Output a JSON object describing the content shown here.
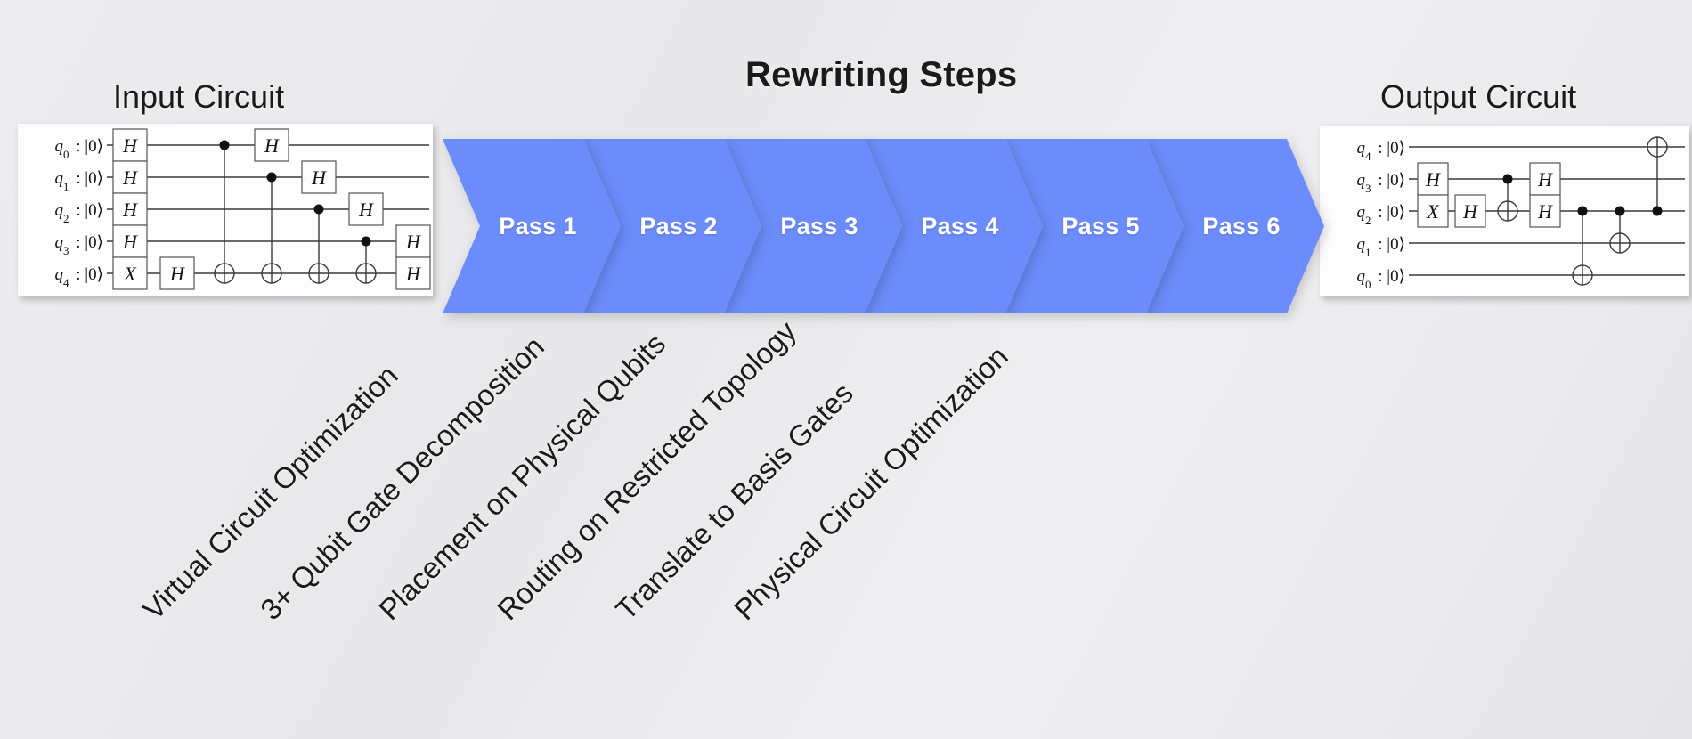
{
  "titles": {
    "input": "Input Circuit",
    "main": "Rewriting Steps",
    "output": "Output Circuit"
  },
  "colors": {
    "background": "#e9e9eb",
    "arrow": "#6b8cfa",
    "arrow_shadow": "#d9d9dc",
    "text": "#1a1a1a",
    "arrow_label": "#ffffff",
    "circuit_card": "#fdfdfd",
    "wire": "#3a3a3a"
  },
  "pipeline": {
    "steps": [
      {
        "pass_label": "Pass 1",
        "description": "Virtual Circuit Optimization"
      },
      {
        "pass_label": "Pass 2",
        "description": "3+ Qubit Gate Decomposition"
      },
      {
        "pass_label": "Pass 3",
        "description": "Placement on Physical Qubits"
      },
      {
        "pass_label": "Pass 4",
        "description": "Routing on Restricted Topology"
      },
      {
        "pass_label": "Pass 5",
        "description": "Translate to Basis  Gates"
      },
      {
        "pass_label": "Pass 6",
        "description": "Physical Circuit Optimization"
      }
    ]
  },
  "input_circuit": {
    "qubit_labels": [
      "q_0 : |0⟩",
      "q_1 : |0⟩",
      "q_2 : |0⟩",
      "q_3 : |0⟩",
      "q_4 : |0⟩"
    ],
    "qubit_names": [
      "q0",
      "q1",
      "q2",
      "q3",
      "q4"
    ],
    "ket": "|0⟩",
    "gates": [
      {
        "type": "H",
        "wire": 0,
        "column": 0
      },
      {
        "type": "H",
        "wire": 1,
        "column": 0
      },
      {
        "type": "H",
        "wire": 2,
        "column": 0
      },
      {
        "type": "H",
        "wire": 3,
        "column": 0
      },
      {
        "type": "X",
        "wire": 4,
        "column": 0
      },
      {
        "type": "H",
        "wire": 4,
        "column": 1
      },
      {
        "type": "CNOT",
        "control": 0,
        "target": 4,
        "column": 2
      },
      {
        "type": "CNOT",
        "control": 1,
        "target": 4,
        "column": 3
      },
      {
        "type": "CNOT",
        "control": 2,
        "target": 4,
        "column": 4
      },
      {
        "type": "CNOT",
        "control": 3,
        "target": 4,
        "column": 5
      },
      {
        "type": "H",
        "wire": 0,
        "column": 3
      },
      {
        "type": "H",
        "wire": 1,
        "column": 4
      },
      {
        "type": "H",
        "wire": 2,
        "column": 5
      },
      {
        "type": "H",
        "wire": 3,
        "column": 6
      },
      {
        "type": "H",
        "wire": 4,
        "column": 6
      }
    ]
  },
  "output_circuit": {
    "qubit_labels": [
      "q_4 : |0⟩",
      "q_3 : |0⟩",
      "q_2 : |0⟩",
      "q_1 : |0⟩",
      "q_0 : |0⟩"
    ],
    "qubit_names": [
      "q4",
      "q3",
      "q2",
      "q1",
      "q0"
    ],
    "ket": "|0⟩",
    "gates": [
      {
        "type": "H",
        "wire": 1,
        "column": 0
      },
      {
        "type": "X",
        "wire": 2,
        "column": 0
      },
      {
        "type": "H",
        "wire": 2,
        "column": 1
      },
      {
        "type": "CNOT",
        "control": 1,
        "target": 2,
        "column": 2
      },
      {
        "type": "H",
        "wire": 1,
        "column": 3
      },
      {
        "type": "H",
        "wire": 2,
        "column": 3
      },
      {
        "type": "CNOT",
        "control": 2,
        "target": 4,
        "column": 4
      },
      {
        "type": "CNOT",
        "control": 2,
        "target": 3,
        "column": 5
      },
      {
        "type": "CNOT",
        "control": 2,
        "target": 0,
        "column": 6
      }
    ]
  }
}
